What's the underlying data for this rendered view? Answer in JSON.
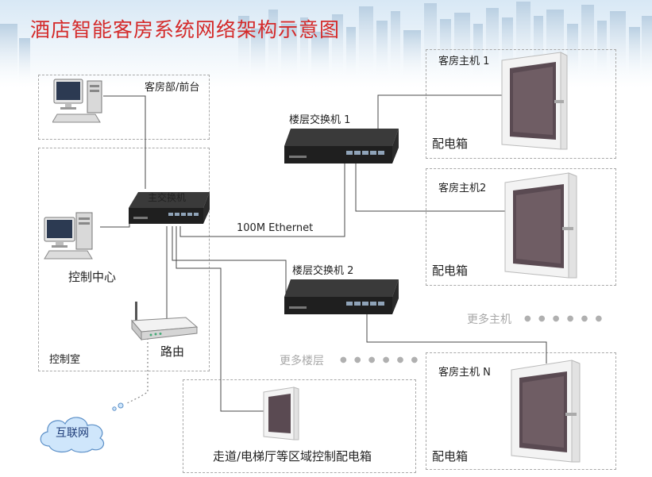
{
  "title": "酒店智能客房系统网络架构示意图",
  "labels": {
    "front_desk": "客房部/前台",
    "main_switch": "主交换机",
    "control_center": "控制中心",
    "router": "路由",
    "control_room": "控制室",
    "internet": "互联网",
    "ethernet": "100M Ethernet",
    "floor_switch_1": "楼层交换机 1",
    "floor_switch_2": "楼层交换机 2",
    "more_floors": "更多楼层",
    "more_hosts": "更多主机",
    "room_host_1": "客房主机 1",
    "room_host_2": "客房主机2",
    "room_host_n": "客房主机 N",
    "distribution_box": "配电箱",
    "corridor_box": "走道/电梯厅等区域控制配电箱"
  },
  "icons": {
    "computer": "desktop-computer-icon",
    "switch": "network-switch-icon",
    "router": "wifi-router-icon",
    "cloud": "cloud-icon",
    "box": "distribution-box-icon"
  },
  "colors": {
    "title": "#d42a2a",
    "wire": "#4a4a4a",
    "region_border": "#a9a9a9",
    "muted_text": "#a8a8a8",
    "cloud_fill": "#cfe6fb",
    "cloud_stroke": "#5b8fc7"
  }
}
